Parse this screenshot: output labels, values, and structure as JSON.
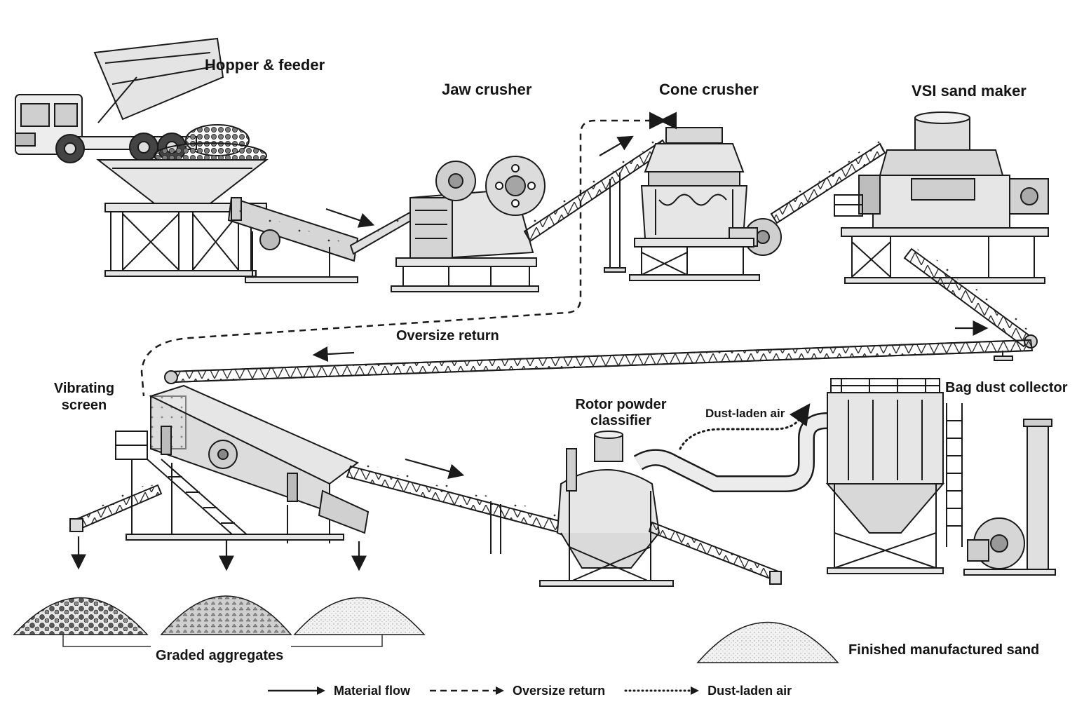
{
  "stages": {
    "hopper": "Hopper & feeder",
    "jaw": "Jaw crusher",
    "cone": "Cone crusher",
    "vsi": "VSI sand maker",
    "screen": "Vibrating screen",
    "classifier": "Rotor powder classifier",
    "bag": "Bag dust collector"
  },
  "flows": {
    "oversize": "Oversize return",
    "dust": "Dust-laden air"
  },
  "outputs": {
    "aggregates": "Graded aggregates",
    "sand": "Finished manufactured sand"
  },
  "legend": [
    {
      "style": "solid",
      "label": "Material flow"
    },
    {
      "style": "dashed",
      "label": "Oversize return"
    },
    {
      "style": "dotted",
      "label": "Dust-laden air"
    }
  ],
  "colors": {
    "ink": "#1a1a1a",
    "steel": "#d9d9d9",
    "shade": "#9a9a9a",
    "background": "#ffffff"
  }
}
